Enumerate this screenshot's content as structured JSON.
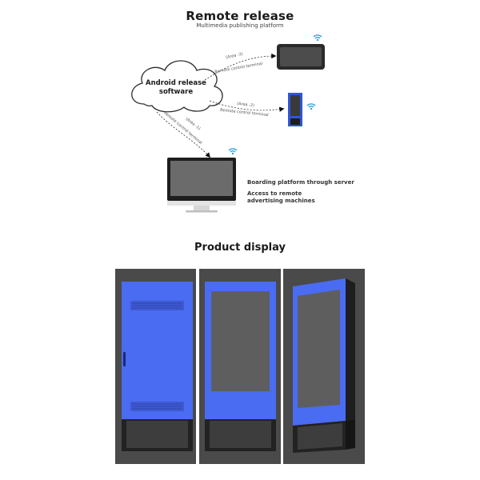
{
  "header": {
    "title": "Remote release",
    "subtitle": "Multimedia publishing platform"
  },
  "cloud": {
    "line1": "Android release",
    "line2": "software"
  },
  "links": [
    {
      "area": "(Area -3)",
      "terminal": "Remote control terminal"
    },
    {
      "area": "(Area -2)",
      "terminal": "Remote control terminal"
    },
    {
      "area": "(Area -1)",
      "terminal": "Remote control terminal"
    }
  ],
  "info": {
    "line1": "Boarding platform through server",
    "line2": "Access to remote",
    "line3": "advertising machines"
  },
  "product": {
    "title": "Product display"
  },
  "colors": {
    "cabinet_blue": "#4a6cf2",
    "panel_gray": "#4e4e4e",
    "screen_gray": "#5f5f5f"
  },
  "icons": [
    "cloud-icon",
    "wifi-icon",
    "tablet-icon",
    "phone-kiosk-icon",
    "monitor-icon"
  ]
}
